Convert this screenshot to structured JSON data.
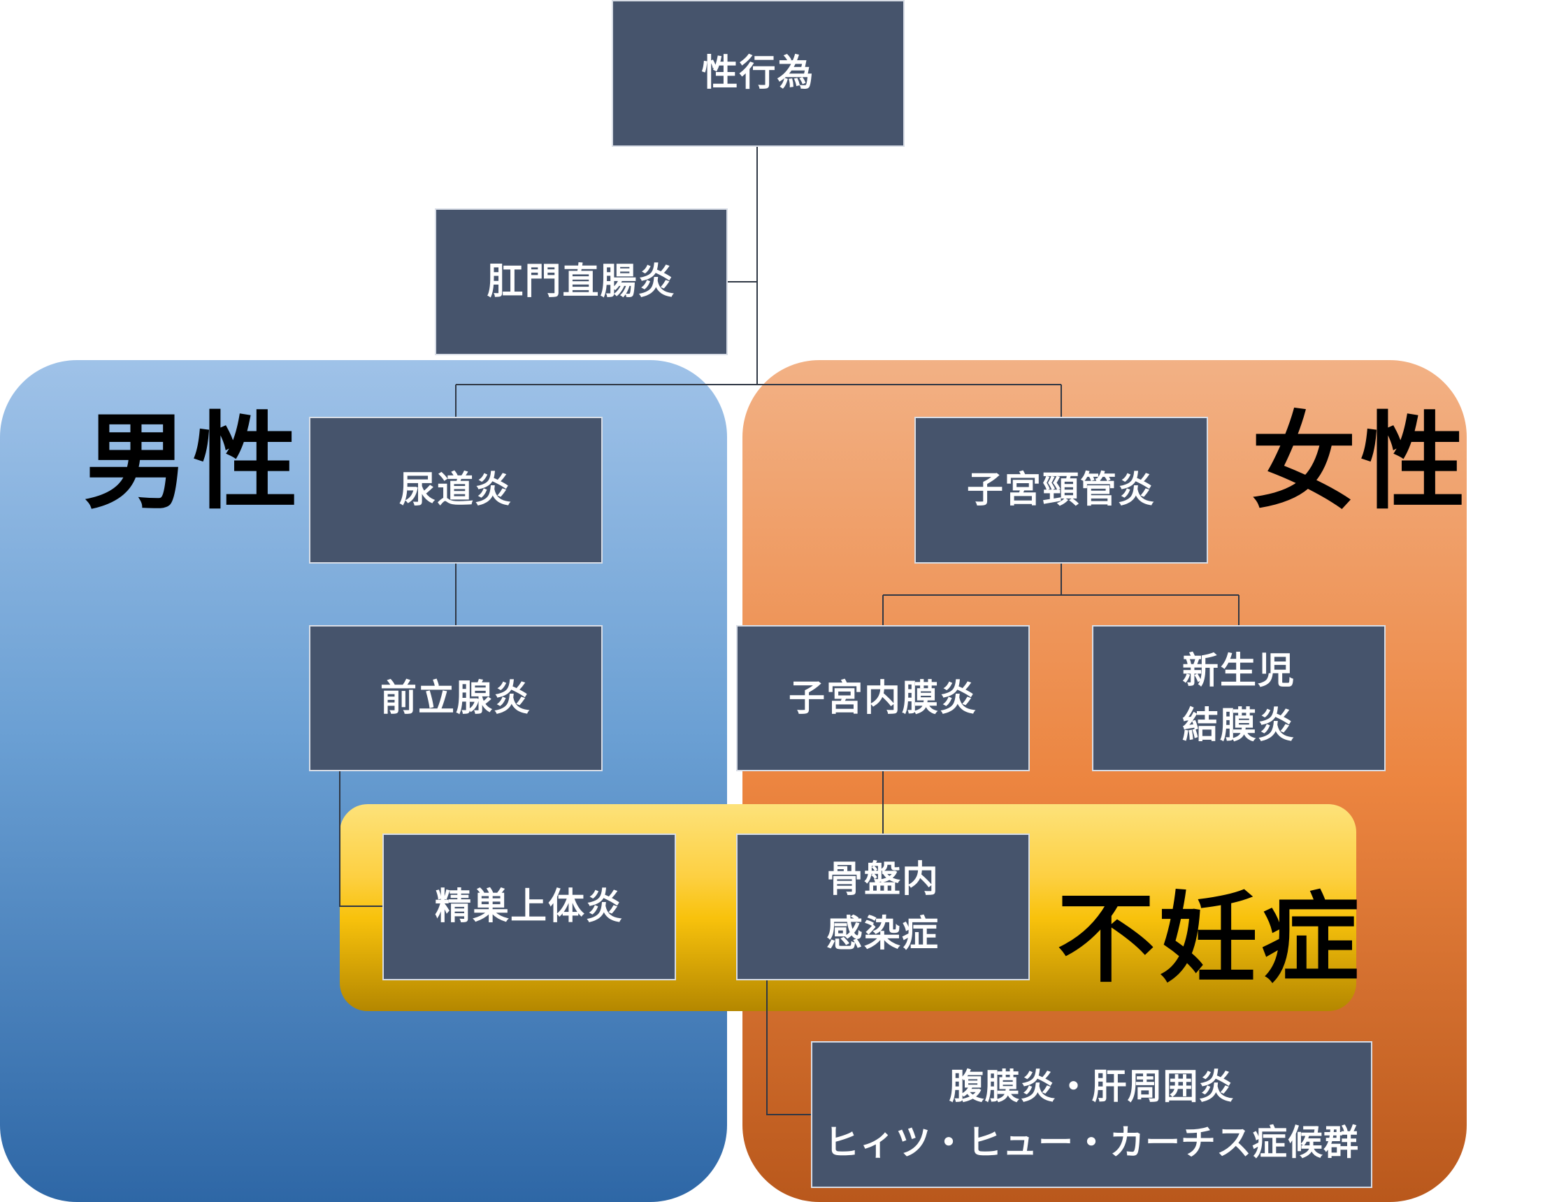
{
  "regions": {
    "male": "男性",
    "female": "女性",
    "infertility": "不妊症"
  },
  "nodes": {
    "root": "性行為",
    "anorectal": "肛門直腸炎",
    "urethritis": "尿道炎",
    "cervicitis": "子宮頸管炎",
    "prostatitis": "前立腺炎",
    "endometritis": "子宮内膜炎",
    "neonatal_1": "新生児",
    "neonatal_2": "結膜炎",
    "epididymitis": "精巣上体炎",
    "pid_1": "骨盤内",
    "pid_2": "感染症",
    "peritonitis_1": "腹膜炎・肝周囲炎",
    "peritonitis_2": "ヒィツ・ヒュー・カーチス症候群"
  },
  "colors": {
    "box": "#46546c",
    "male_region": "#6a9fd3",
    "female_region": "#ec8540",
    "infertility_region": "#fdd042"
  }
}
